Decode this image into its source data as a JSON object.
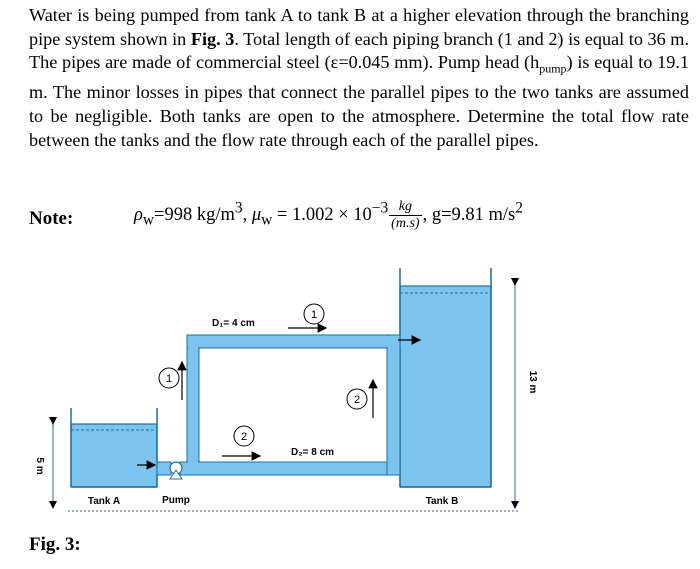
{
  "problem": {
    "text": "Water is being pumped from tank A to tank B at a higher elevation through the branching pipe system shown in {Fig. 3}. Total length of each piping branch (1 and 2) is equal to 36 m. The pipes are made of commercial steel (ε=0.045 mm). Pump head (h{pump}) is equal to 19.1 m. The minor losses in pipes that connect the parallel pipes to the two tanks are assumed to be negligible. Both tanks are open to the atmosphere. Determine the total flow rate between the tanks and the flow rate through each of the parallel pipes.",
    "p1": "Water is being pumped from tank A to tank B at a higher elevation through the branching pipe system shown in ",
    "fig_ref": "Fig. 3",
    "p2": ". Total length of each piping branch (1 and 2) is equal to 36 m. The pipes are made of commercial steel (ε=0.045 mm). Pump head (h",
    "pump_sub": "pump",
    "p3": ") is equal to 19.1 m. The minor losses in pipes that connect the parallel pipes to the two tanks are assumed to be negligible. Both tanks are open to the atmosphere. Determine the total flow rate between the tanks and the flow rate through each of the parallel pipes."
  },
  "note": {
    "label": "Note:",
    "rho": "ρ",
    "rho_sub": "w",
    "rho_val": "=998 kg/m",
    "rho_exp": "3",
    "mu_sep": ", ",
    "mu": "μ",
    "mu_sub": "w",
    "mu_val": " = 1.002 × 10",
    "mu_exp": "−3",
    "frac_num": "kg",
    "frac_den": "(m.s)",
    "g": ", g=9.81 m/s",
    "g_exp": "2"
  },
  "figure": {
    "caption": "Fig. 3:",
    "tank_a_label": "Tank A",
    "tank_b_label": "Tank B",
    "pump_label": "Pump",
    "d1_label": "D₁= 4 cm",
    "d2_label": "D₂= 8 cm",
    "height_a": "5 m",
    "height_b": "13 m",
    "branch_1": "1",
    "branch_2": "2",
    "colors": {
      "water": "#7cc4ee",
      "pipe": "#7cc4ee",
      "outline": "#1c6fa7"
    }
  }
}
